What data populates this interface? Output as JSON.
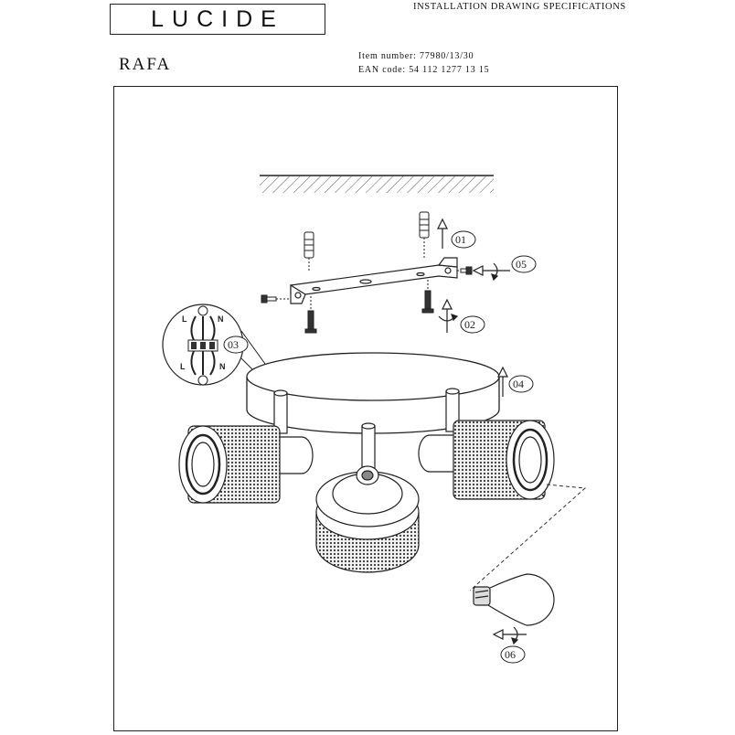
{
  "header": {
    "brand": "LUCIDE",
    "doc_title": "INSTALLATION DRAWING SPECIFICATIONS",
    "product_name": "RAFA",
    "item_number": "Item number: 77980/13/30",
    "ean_code": "EAN code: 54 112 1277 13 15"
  },
  "steps": {
    "s01": "01",
    "s02": "02",
    "s03": "03",
    "s04": "04",
    "s05": "05",
    "s06": "06"
  },
  "wiring": {
    "top_left": "L",
    "top_right": "N",
    "bottom_left": "L",
    "bottom_right": "N"
  }
}
